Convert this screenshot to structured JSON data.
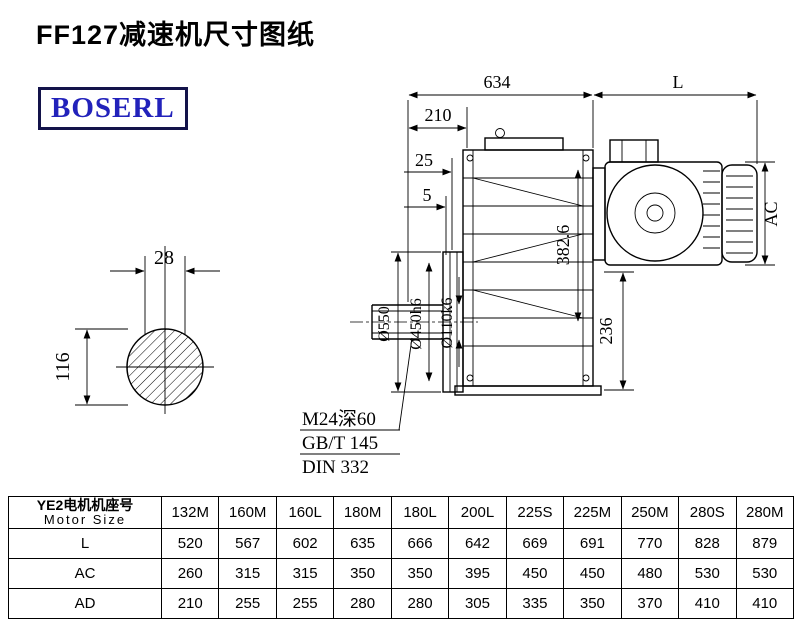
{
  "page": {
    "title": "FF127减速机尺寸图纸",
    "brand": "BOSERL"
  },
  "colors": {
    "brand_text": "#2222bb",
    "brand_border": "#13134a",
    "line": "#000000",
    "background": "#ffffff"
  },
  "left_view": {
    "keyway_width": "28",
    "shaft_diameter": "116"
  },
  "main_view": {
    "dim_total_length": "634",
    "dim_motor_length": "L",
    "dim_210": "210",
    "dim_25": "25",
    "dim_5": "5",
    "dim_motor_width": "AC",
    "dim_height_382_6": "382.6",
    "dim_height_236": "236",
    "dia_flange": "Ø550",
    "dia_spigot": "Ø450h6",
    "dia_shaft": "Ø110k6",
    "note_thread": "M24深60",
    "note_standard_1": "GB/T 145",
    "note_standard_2": "DIN 332"
  },
  "table": {
    "header_cn": "YE2电机机座号",
    "header_en": "Motor Size",
    "columns": [
      "132M",
      "160M",
      "160L",
      "180M",
      "180L",
      "200L",
      "225S",
      "225M",
      "250M",
      "280S",
      "280M"
    ],
    "rows": [
      {
        "label": "L",
        "values": [
          "520",
          "567",
          "602",
          "635",
          "666",
          "642",
          "669",
          "691",
          "770",
          "828",
          "879"
        ]
      },
      {
        "label": "AC",
        "values": [
          "260",
          "315",
          "315",
          "350",
          "350",
          "395",
          "450",
          "450",
          "480",
          "530",
          "530"
        ]
      },
      {
        "label": "AD",
        "values": [
          "210",
          "255",
          "255",
          "280",
          "280",
          "305",
          "335",
          "350",
          "370",
          "410",
          "410"
        ]
      }
    ]
  }
}
